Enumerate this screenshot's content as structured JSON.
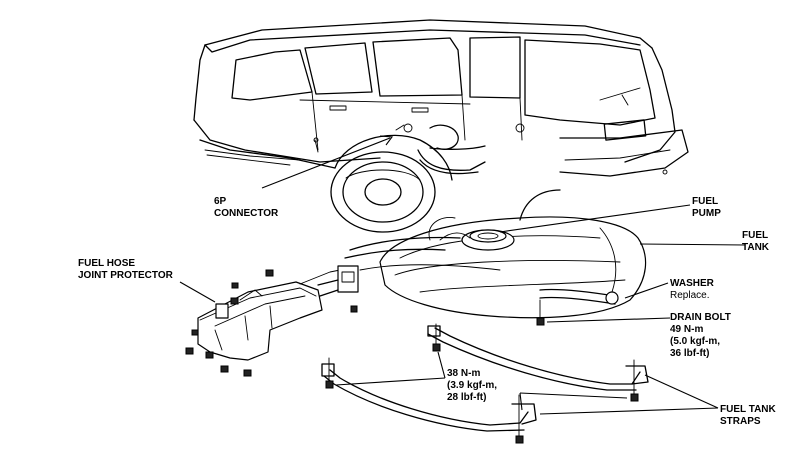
{
  "labels": {
    "connector": [
      "6P",
      "CONNECTOR"
    ],
    "fuel_pump": [
      "FUEL",
      "PUMP"
    ],
    "fuel_tank": [
      "FUEL",
      "TANK"
    ],
    "fuel_hose_protector": [
      "FUEL HOSE",
      "JOINT PROTECTOR"
    ],
    "washer": [
      "WASHER",
      "Replace."
    ],
    "drain_bolt": [
      "DRAIN BOLT",
      "49 N-m",
      "(5.0 kgf-m,",
      "36 lbf-ft)"
    ],
    "strap_torque": [
      "38 N-m",
      "(3.9 kgf-m,",
      "28 lbf-ft)"
    ],
    "fuel_tank_straps": [
      "FUEL TANK",
      "STRAPS"
    ]
  },
  "colors": {
    "ink": "#000000",
    "paper": "#ffffff"
  }
}
